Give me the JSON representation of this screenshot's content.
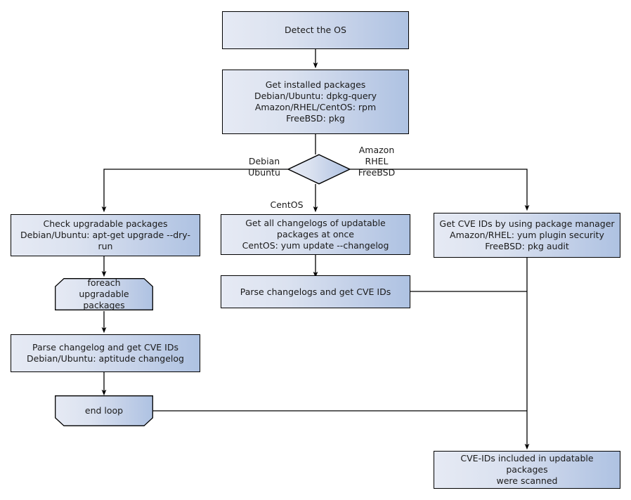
{
  "diagram": {
    "title": "OS package CVE scanning flowchart",
    "colors": {
      "fill_light": "#e6eaf4",
      "fill_dark": "#aec2e2",
      "stroke": "#000000",
      "text": "#1a1a1a",
      "background": "#ffffff"
    },
    "nodes": [
      {
        "id": "detect-os",
        "shape": "rect",
        "text": "Detect the OS"
      },
      {
        "id": "get-installed-packages",
        "shape": "rect",
        "text": "Get installed packages\nDebian/Ubuntu: dpkg-query\nAmazon/RHEL/CentOS: rpm\nFreeBSD: pkg"
      },
      {
        "id": "os-decision",
        "shape": "diamond",
        "text": ""
      },
      {
        "id": "check-upgradable-packages",
        "shape": "rect",
        "text": "Check upgradable packages\nDebian/Ubuntu: apt-get upgrade --dry-run"
      },
      {
        "id": "get-all-changelogs",
        "shape": "rect",
        "text": "Get all changelogs of updatable packages at once\nCentOS: yum update --changelog"
      },
      {
        "id": "get-cve-ids-package-manager",
        "shape": "rect",
        "text": "Get CVE IDs by using package manager\nAmazon/RHEL: yum plugin security\nFreeBSD: pkg audit"
      },
      {
        "id": "foreach-upgradable-packages",
        "shape": "loop-start",
        "text": "foreach\nupgradable  packages"
      },
      {
        "id": "parse-changelogs-get-cve-ids",
        "shape": "rect",
        "text": "Parse changelogs and get CVE IDs"
      },
      {
        "id": "parse-changelog-get-cve-ids",
        "shape": "rect",
        "text": "Parse changelog and get  CVE IDs\nDebian/Ubuntu: aptitude changelog"
      },
      {
        "id": "end-loop",
        "shape": "loop-end",
        "text": "end loop"
      },
      {
        "id": "cve-ids-scanned",
        "shape": "rect",
        "text": "CVE-IDs included in updatable packages\nwere scanned"
      }
    ],
    "edge_labels": [
      {
        "id": "branch-debian-ubuntu",
        "text": "Debian\nUbuntu"
      },
      {
        "id": "branch-amazon-rhel-freebsd",
        "text": "Amazon\nRHEL\nFreeBSD"
      },
      {
        "id": "branch-centos",
        "text": "CentOS"
      }
    ]
  }
}
